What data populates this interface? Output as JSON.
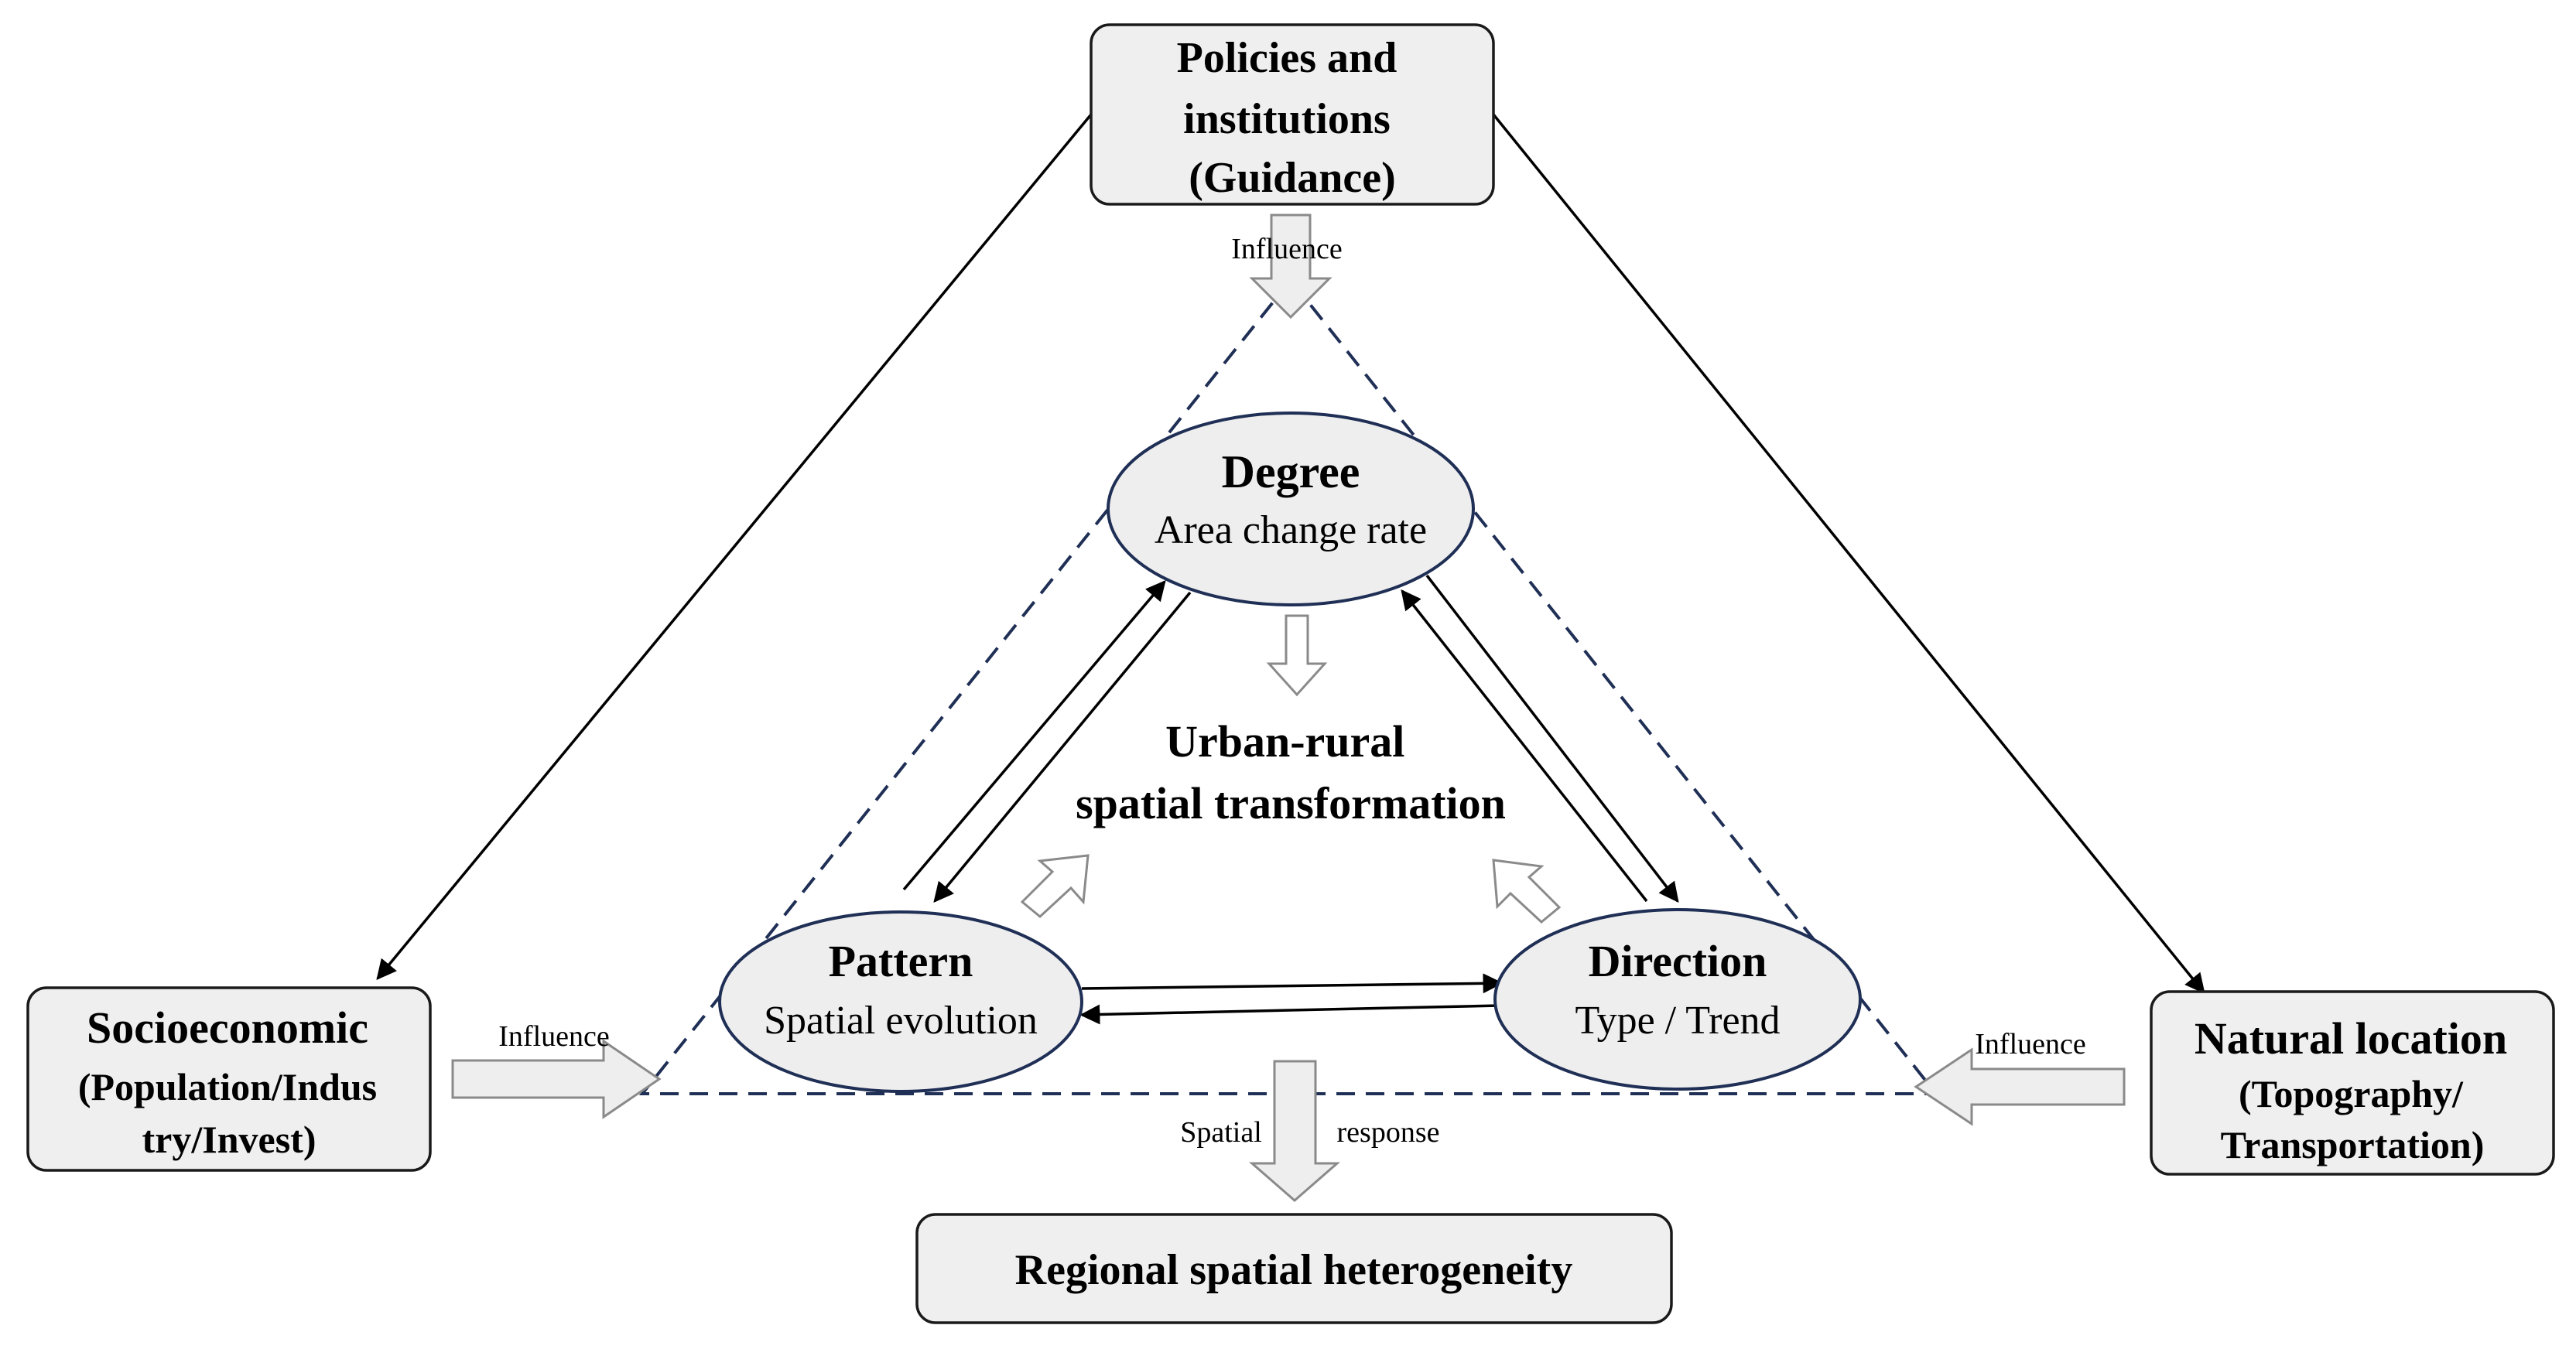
{
  "boxes": {
    "policies": {
      "lines": [
        "Policies and",
        "institutions",
        "(Guidance)"
      ]
    },
    "socio": {
      "lines": [
        "Socioeconomic",
        "(Population/Indus",
        "try/Invest)"
      ]
    },
    "natural": {
      "lines": [
        "Natural location",
        "(Topography/",
        "Transportation)"
      ]
    },
    "regional": {
      "lines": [
        "Regional spatial heterogeneity"
      ]
    }
  },
  "ellipses": {
    "degree": {
      "title": "Degree",
      "subtitle": "Area change rate"
    },
    "pattern": {
      "title": "Pattern",
      "subtitle": "Spatial evolution"
    },
    "direction": {
      "title": "Direction",
      "subtitle": "Type / Trend"
    }
  },
  "center": {
    "lines": [
      "Urban-rural",
      "spatial transformation"
    ]
  },
  "labels": {
    "influence_top": "Influence",
    "influence_left": "Influence",
    "influence_right": "Influence",
    "spatial": "Spatial",
    "response": "response"
  },
  "colors": {
    "box_fill": "#efefef",
    "box_stroke": "#1a1a1a",
    "ellipse_fill": "#eeeeee",
    "ellipse_stroke": "#1f2f55",
    "dashed_triangle": "#1f2f55",
    "hollow_arrow_fill": "#eeeeee",
    "hollow_arrow_stroke": "#8a8a8a",
    "line": "#000000"
  }
}
